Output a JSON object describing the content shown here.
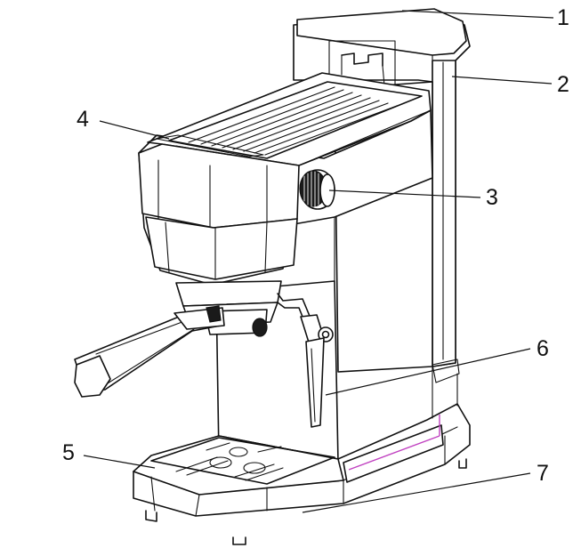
{
  "diagram": {
    "callouts": [
      {
        "id": "1",
        "label": "1"
      },
      {
        "id": "2",
        "label": "2"
      },
      {
        "id": "3",
        "label": "3"
      },
      {
        "id": "4",
        "label": "4"
      },
      {
        "id": "5",
        "label": "5"
      },
      {
        "id": "6",
        "label": "6"
      },
      {
        "id": "7",
        "label": "7"
      }
    ],
    "colors": {
      "line": "#111111",
      "background": "#ffffff",
      "light_strip": "#c040c0"
    }
  }
}
